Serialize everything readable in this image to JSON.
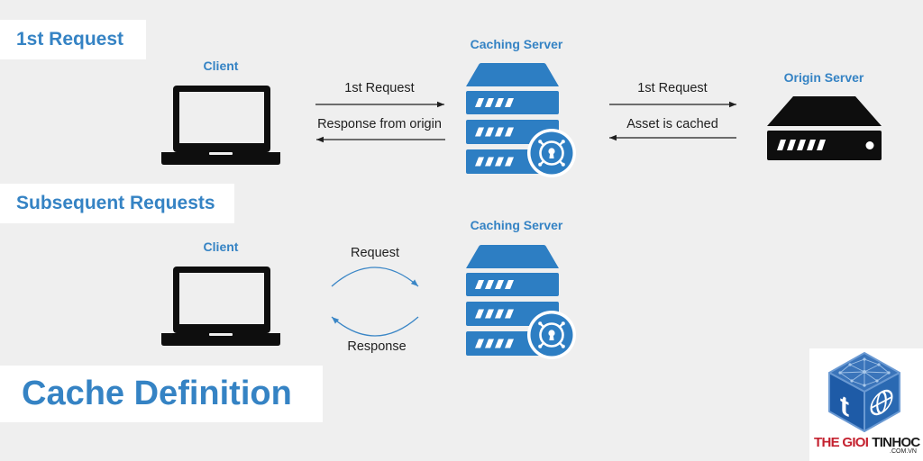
{
  "colors": {
    "background": "#efefef",
    "panel": "#ffffff",
    "label_blue": "#3583c4",
    "server_blue": "#2d7ec3",
    "icon_black": "#0e0e0e",
    "arrow_dark": "#1f1f1f",
    "arrow_blue": "#3a86c6",
    "logo_red": "#c4212f",
    "logo_dark": "#1b1b1b",
    "logo_top": "#3a74ba",
    "logo_left": "#1e5ba7",
    "logo_right": "#2a69b2",
    "logo_edge": "#6b9ad3",
    "logo_pattern": "#a9c8ea"
  },
  "first_request": {
    "section_label": "1st Request",
    "client": {
      "label": "Client",
      "icon": "laptop-icon"
    },
    "caching_server": {
      "label": "Caching Server",
      "icon": "server-stack-icon",
      "badge_icon": "vault-lock-icon"
    },
    "origin_server": {
      "label": "Origin Server",
      "icon": "origin-server-icon"
    },
    "client_cache_link": {
      "request_label": "1st Request",
      "response_label": "Response from origin"
    },
    "cache_origin_link": {
      "request_label": "1st Request",
      "response_label": "Asset is cached"
    }
  },
  "subsequent_requests": {
    "section_label": "Subsequent Requests",
    "client": {
      "label": "Client",
      "icon": "laptop-icon"
    },
    "caching_server": {
      "label": "Caching Server",
      "icon": "server-stack-icon",
      "badge_icon": "vault-lock-icon"
    },
    "client_cache_link": {
      "request_label": "Request",
      "response_label": "Response"
    }
  },
  "title": "Cache Definition",
  "logo": {
    "icon": "cube-logo-icon",
    "cube_letter": "t",
    "brand_red": "THE GIOI",
    "brand_dark": "TINHOC",
    "domain": ".COM.VN"
  }
}
